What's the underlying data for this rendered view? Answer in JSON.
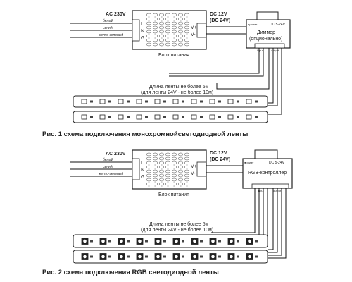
{
  "figure1": {
    "ac_label": "AC 230V",
    "wire_labels": [
      "белый",
      "синий",
      "желто-зеленый"
    ],
    "ps_terminals_left": [
      "L",
      "N",
      "G"
    ],
    "ps_terminals_right": [
      "V+",
      "V-"
    ],
    "dc_label_line1": "DC 12V",
    "dc_label_line2": "(DC 24V)",
    "ps_name": "Блок питания",
    "controller_power": "power",
    "controller_dc": "DC 5-24V",
    "controller_name_line1": "Диммер",
    "controller_name_line2": "(опционально)",
    "input_label": "input",
    "output_label": "output",
    "strip_note_line1": "Длина ленты не более 5м",
    "strip_note_line2": "(для ленты 24V - не более 10м)",
    "caption": "Рис. 1 схема подключения монохромнойсветодиодной ленты"
  },
  "figure2": {
    "ac_label": "AC 230V",
    "wire_labels": [
      "белый",
      "синий",
      "желто-зеленый"
    ],
    "ps_terminals_left": [
      "L",
      "N",
      "G"
    ],
    "ps_terminals_right": [
      "V+",
      "V-"
    ],
    "dc_label_line1": "DC 12V",
    "dc_label_line2": "(DC 24V)",
    "ps_name": "Блок питания",
    "controller_power": "power",
    "controller_dc": "DC 5-24V",
    "controller_name": "RGB-контроллер",
    "input_label": "input",
    "output_label": "output",
    "strip_note_line1": "Длина ленты не более 5м",
    "strip_note_line2": "(для ленты 24V - не более 10м)",
    "caption": "Рис. 2 схема подключения RGB светодиодной ленты"
  }
}
